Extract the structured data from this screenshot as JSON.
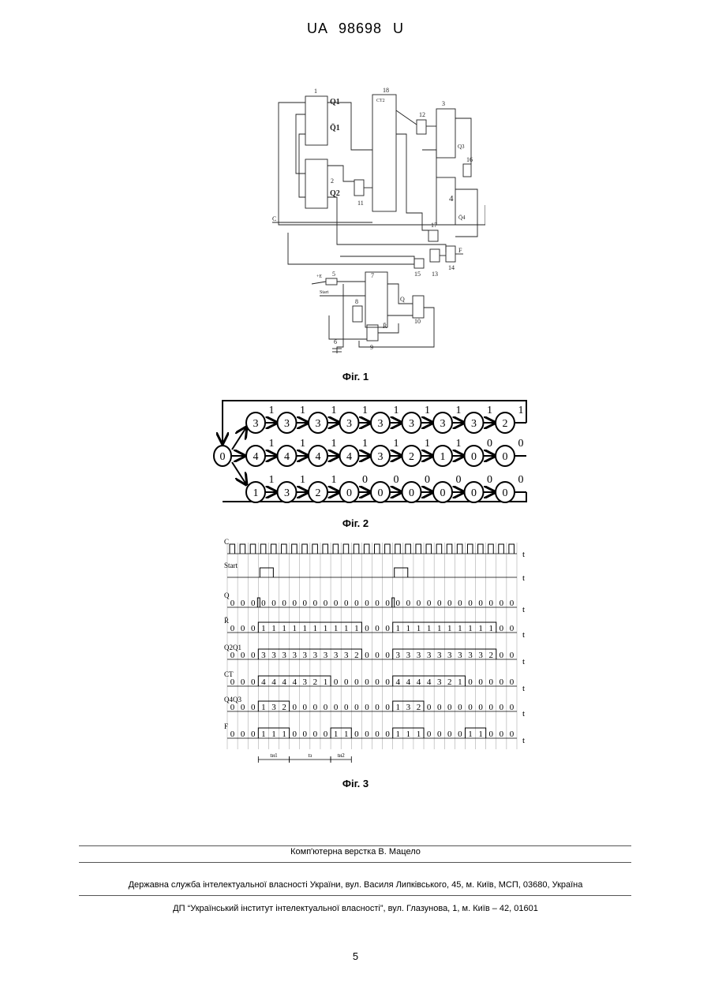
{
  "header": "UA 98698 U",
  "figure1": {
    "caption": "Фіг. 1",
    "block_numbers": [
      "1",
      "2",
      "18",
      "12",
      "3",
      "16",
      "4",
      "11",
      "5",
      "7",
      "8",
      "9",
      "10",
      "15",
      "13",
      "14",
      "17",
      "6"
    ],
    "labels": {
      "q1": "Q1",
      "q1bar": "Q̄1",
      "q2": "Q2",
      "q3": "Q3",
      "q4": "Q̄4",
      "c": "C",
      "start": "Start",
      "e": "+E",
      "q": "Q",
      "rbar": "R̄",
      "f": "F",
      "ct": "CT2"
    }
  },
  "figure2": {
    "caption": "Фіг. 2",
    "start_state": "0",
    "rows": [
      {
        "states": [
          "3",
          "3",
          "3",
          "3",
          "3",
          "3",
          "3",
          "3",
          "2"
        ],
        "edges": [
          "1",
          "1",
          "1",
          "1",
          "1",
          "1",
          "1",
          "1",
          "1"
        ]
      },
      {
        "states": [
          "4",
          "4",
          "4",
          "4",
          "3",
          "2",
          "1",
          "0",
          "0"
        ],
        "edges": [
          "1",
          "1",
          "1",
          "1",
          "1",
          "1",
          "1",
          "0",
          "0"
        ]
      },
      {
        "states": [
          "1",
          "3",
          "2",
          "0",
          "0",
          "0",
          "0",
          "0",
          "0"
        ],
        "edges": [
          "1",
          "1",
          "1",
          "0",
          "0",
          "0",
          "0",
          "0",
          "0"
        ]
      }
    ]
  },
  "figure3": {
    "caption": "Фіг. 3",
    "t_label": "t",
    "rows": [
      {
        "label": "C",
        "values": []
      },
      {
        "label": "Start",
        "values": []
      },
      {
        "label": "Q",
        "values": [
          "0",
          "0",
          "0",
          "0",
          "0",
          "0",
          "0",
          "0",
          "0",
          "0",
          "0",
          "0",
          "0",
          "0",
          "0",
          "0",
          "0",
          "0",
          "0",
          "0",
          "0",
          "0",
          "0",
          "0",
          "0",
          "0",
          "0",
          "0"
        ]
      },
      {
        "label": "R̄",
        "values": [
          "0",
          "0",
          "0",
          "1",
          "1",
          "1",
          "1",
          "1",
          "1",
          "1",
          "1",
          "1",
          "1",
          "0",
          "0",
          "0",
          "1",
          "1",
          "1",
          "1",
          "1",
          "1",
          "1",
          "1",
          "1",
          "1",
          "0",
          "0"
        ]
      },
      {
        "label": "Q2Q1",
        "values": [
          "0",
          "0",
          "0",
          "3",
          "3",
          "3",
          "3",
          "3",
          "3",
          "3",
          "3",
          "3",
          "2",
          "0",
          "0",
          "0",
          "3",
          "3",
          "3",
          "3",
          "3",
          "3",
          "3",
          "3",
          "3",
          "2",
          "0",
          "0"
        ]
      },
      {
        "label": "CT",
        "values": [
          "0",
          "0",
          "0",
          "4",
          "4",
          "4",
          "4",
          "3",
          "2",
          "1",
          "0",
          "0",
          "0",
          "0",
          "0",
          "0",
          "4",
          "4",
          "4",
          "4",
          "3",
          "2",
          "1",
          "0",
          "0",
          "0",
          "0",
          "0"
        ]
      },
      {
        "label": "Q4Q3",
        "values": [
          "0",
          "0",
          "0",
          "1",
          "3",
          "2",
          "0",
          "0",
          "0",
          "0",
          "0",
          "0",
          "0",
          "0",
          "0",
          "0",
          "1",
          "3",
          "2",
          "0",
          "0",
          "0",
          "0",
          "0",
          "0",
          "0",
          "0",
          "0"
        ]
      },
      {
        "label": "F",
        "values": [
          "0",
          "0",
          "0",
          "1",
          "1",
          "1",
          "0",
          "0",
          "0",
          "0",
          "1",
          "1",
          "0",
          "0",
          "0",
          "0",
          "1",
          "1",
          "1",
          "0",
          "0",
          "0",
          "0",
          "1",
          "1",
          "0",
          "0",
          "0"
        ]
      }
    ],
    "intervals": [
      "tи1",
      "tз",
      "tи2"
    ]
  },
  "footer": {
    "line1": "Комп'ютерна верстка В. Мацело",
    "line2": "Державна служба інтелектуальної власності України, вул. Василя Липківського, 45, м. Київ, МСП, 03680, Україна",
    "line3": "ДП “Український інститут інтелектуальної власності”, вул. Глазунова, 1, м. Київ – 42, 01601"
  },
  "page_number": "5"
}
